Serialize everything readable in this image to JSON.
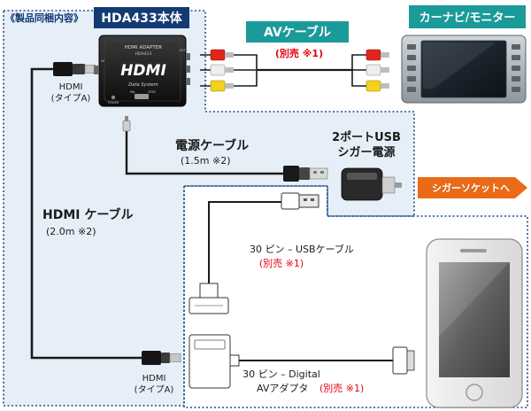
{
  "package_label": "《製品同梱内容》",
  "product": {
    "name": "HDA433本体",
    "device_top": "HDMI ADAPTER",
    "device_model": "HDA433",
    "device_logo": "HDMI",
    "device_brand": "Data System",
    "port_power": "POWER",
    "port_pal": "PAL",
    "port_ntsc": "NTSC",
    "port_in": "IN",
    "port_out": "OUT"
  },
  "av_cable": {
    "title": "AVケーブル",
    "note": "(別売 ※1)"
  },
  "car_navi": {
    "title": "カーナビ/モニター"
  },
  "hdmi_plug_top": {
    "line1": "HDMI",
    "line2": "(タイプA)"
  },
  "hdmi_plug_bottom": {
    "line1": "HDMI",
    "line2": "(タイプA)"
  },
  "power_cable": {
    "title": "電源ケーブル",
    "spec": "(1.5m ※2)"
  },
  "usb_charger": {
    "line1": "2ポートUSB",
    "line2": "シガー電源"
  },
  "cigar_socket": {
    "label": "シガーソケットへ"
  },
  "hdmi_cable": {
    "title": "HDMI ケーブル",
    "spec": "(2.0m ※2)"
  },
  "usb_30pin_cable": {
    "title": "30 ピン – USBケーブル",
    "note": "(別売 ※1)"
  },
  "digital_av_adapter": {
    "line1": "30 ピン – Digital",
    "line2_prefix": "AVアダプタ",
    "note": "(別売 ※1)"
  },
  "colors": {
    "panel_bg": "#e6eff8",
    "panel_border": "#1f4e8c",
    "navy": "#133a73",
    "teal": "#1b9a9a",
    "orange": "#ea6a18",
    "red": "#e60012",
    "rca_red": "#e0261c",
    "rca_white": "#eeeeee",
    "rca_yellow": "#f2d21c"
  }
}
